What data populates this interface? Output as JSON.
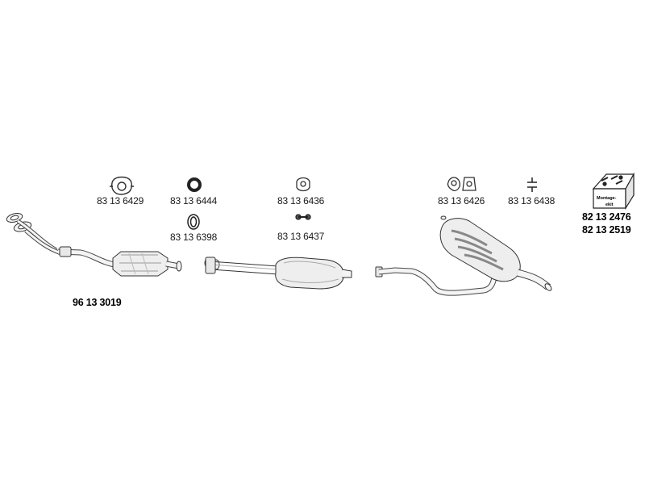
{
  "parts": {
    "front_pipe": "96 13 3019",
    "gasket_a": "83 13 6429",
    "ring_a": "83 13 6444",
    "clamp_a": "83 13 6398",
    "gasket_b": "83 13 6436",
    "bolt_b": "83 13 6437",
    "clamp_c": "83 13 6426",
    "hanger_c": "83 13 6438",
    "mounting_kit_1": "82 13 2476",
    "mounting_kit_2": "82 13 2519"
  },
  "kit_box_label": "Montage- ekit",
  "colors": {
    "line": "#333333",
    "fill": "#f4f4f4",
    "shade": "#bdbdbd"
  }
}
